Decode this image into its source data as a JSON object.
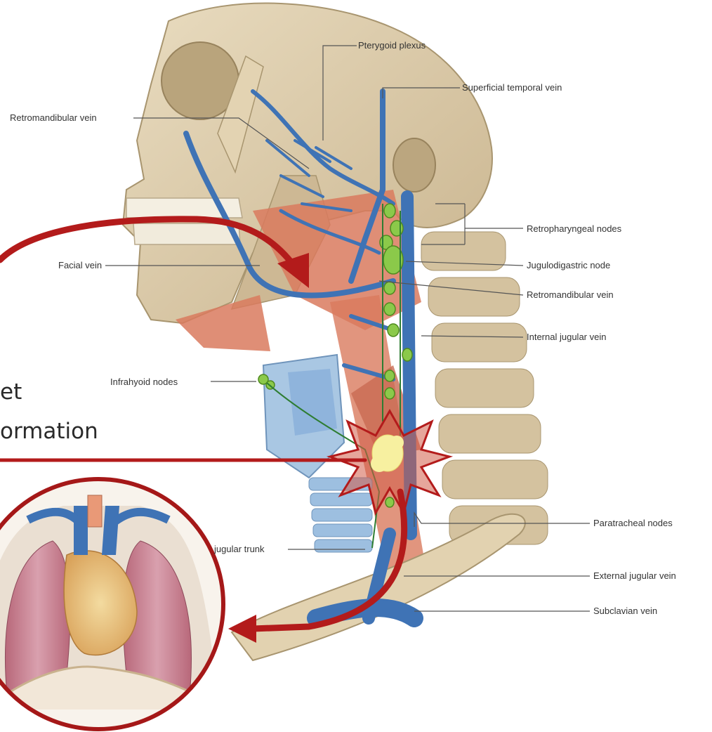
{
  "labels": {
    "pterygoid_plexus": "Pterygoid plexus",
    "superficial_temporal_vein": "Superficial temporal vein",
    "retromandibular_vein_upper": "Retromandibular vein",
    "retropharyngeal_nodes": "Retropharyngeal nodes",
    "facial_vein": "Facial vein",
    "jugulodigastric_node": "Jugulodigastric node",
    "retromandibular_vein_lower": "Retromandibular vein",
    "internal_jugular_vein": "Internal jugular vein",
    "infrahyoid_nodes": "Infrahyoid nodes",
    "paratracheal_nodes": "Paratracheal nodes",
    "jugular_trunk": "jugular trunk",
    "external_jugular_vein": "External jugular vein",
    "subclavian_vein": "Subclavian vein"
  },
  "overlay_text": {
    "line1": "et",
    "line2": "ormation"
  },
  "colors": {
    "vein": "#3f73b5",
    "node": "#7cbf3a",
    "muscle": "#d97a5e",
    "bone": "#d8c7a6",
    "arrow": "#b31b1b",
    "tumor": "#f7f0a0"
  }
}
